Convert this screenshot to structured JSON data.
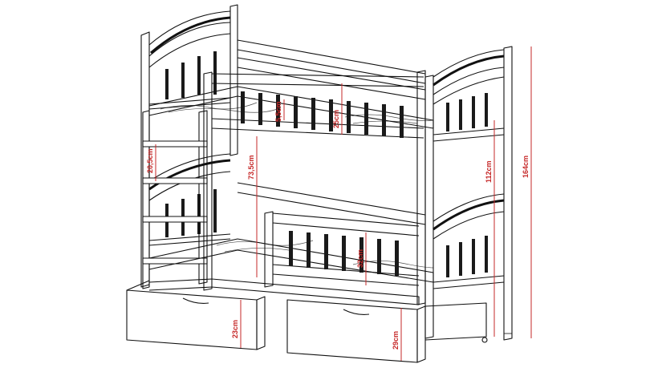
{
  "diagram": {
    "dimensions": {
      "rung_spacing": "20,5cm",
      "lower_clearance": "73,5cm",
      "mattress_gap": "5,5cm",
      "rail_height": "25cm",
      "upper_height": "112cm",
      "total_height": "164cm",
      "lower_rail": "32cm",
      "drawer_left_height": "23cm",
      "drawer_right_height": "29cm"
    },
    "colors": {
      "line": "#111111",
      "dimension": "#c62828",
      "background": "#ffffff"
    }
  }
}
